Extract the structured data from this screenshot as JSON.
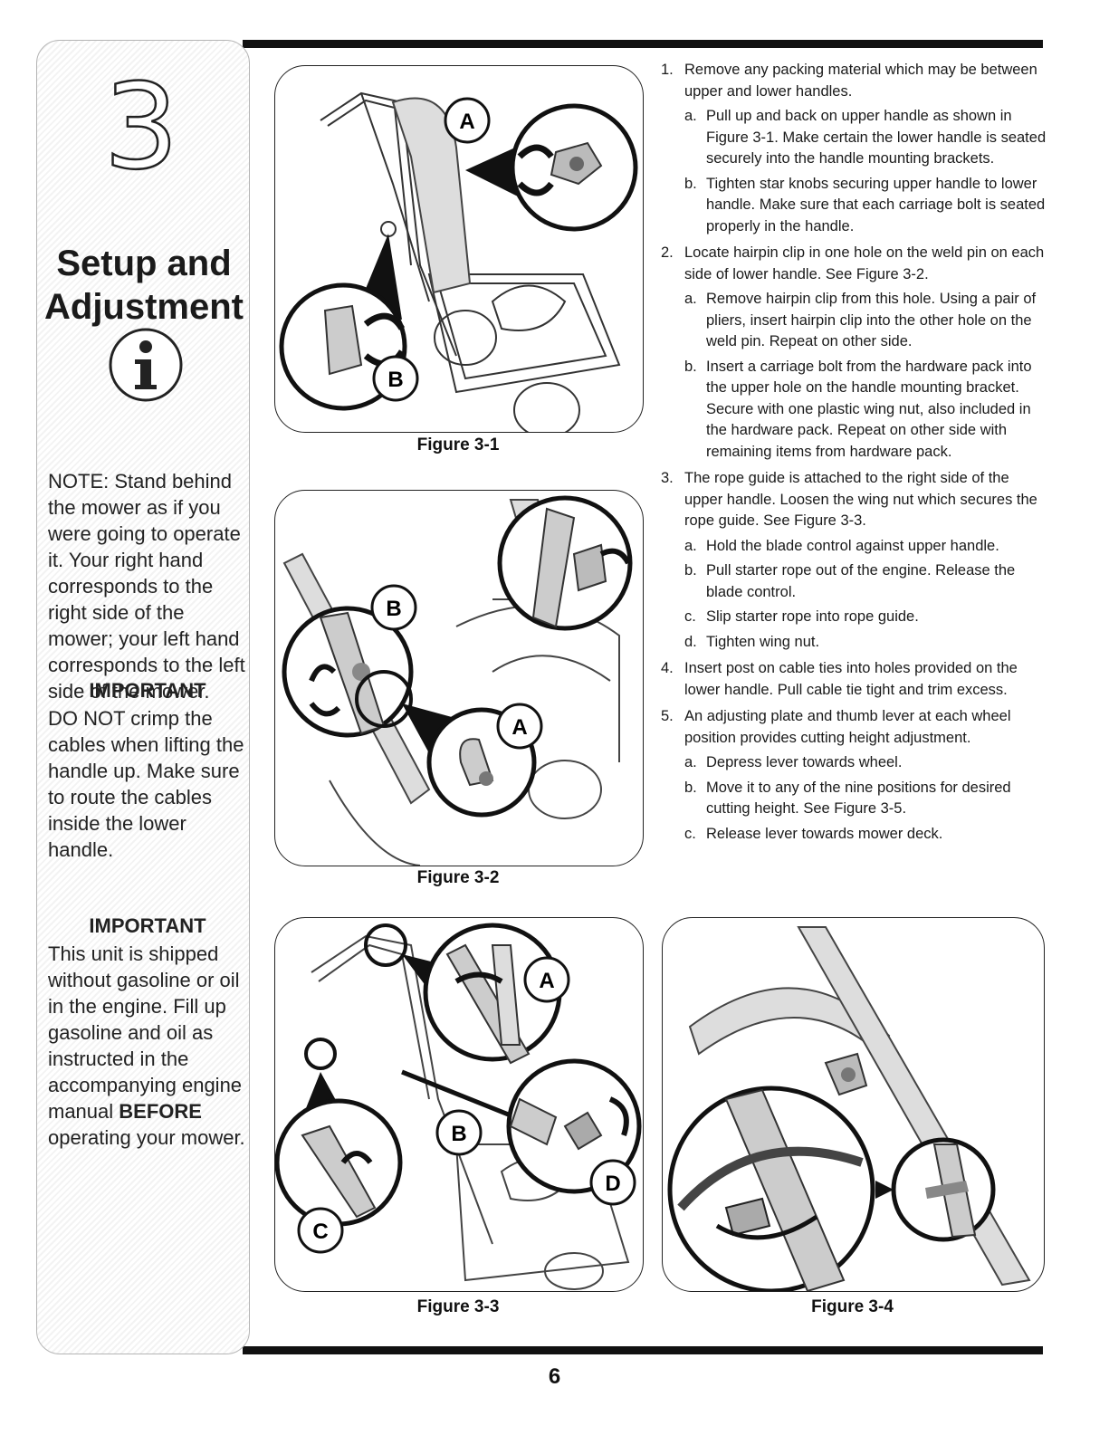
{
  "sidebar": {
    "chapter_number": "3",
    "title_line1": "Setup and",
    "title_line2": "Adjustment",
    "icon": "info-icon",
    "note": "NOTE: Stand behind the mower as if you were going to operate it. Your right hand corresponds to the right side of the mower; your left hand corresponds to the left side of the mower.",
    "important1_heading": "IMPORTANT",
    "important1_text": "DO NOT crimp the cables when lifting the handle up. Make sure to route the cables inside the lower handle.",
    "important2_heading": "IMPORTANT",
    "important2_text": "This unit is shipped without gasoline or oil in the engine. Fill up gasoline and oil as instructed in the accompanying engine manual ",
    "important2_bold": "BEFORE",
    "important2_tail": " operating your mower."
  },
  "figures": {
    "fig1": {
      "caption": "Figure 3-1",
      "labels": [
        "A",
        "B"
      ]
    },
    "fig2": {
      "caption": "Figure 3-2",
      "labels": [
        "B",
        "A"
      ]
    },
    "fig3": {
      "caption": "Figure 3-3",
      "labels": [
        "A",
        "B",
        "C",
        "D"
      ]
    },
    "fig4": {
      "caption": "Figure 3-4"
    }
  },
  "instructions": [
    {
      "num": "1.",
      "text": "Remove any packing material which may be between upper and lower handles.",
      "subs": [
        {
          "let": "a.",
          "text": "Pull up and back on upper handle as shown in Figure 3-1. Make certain the lower handle is seated securely into the handle mounting brackets."
        },
        {
          "let": "b.",
          "text": "Tighten star knobs securing upper handle to lower handle. Make sure that each carriage bolt is seated properly in the handle."
        }
      ]
    },
    {
      "num": "2.",
      "text": "Locate hairpin clip in one hole on the weld pin on each side of lower handle. See Figure 3-2.",
      "subs": [
        {
          "let": "a.",
          "text": "Remove hairpin clip from this hole. Using a pair of pliers, insert hairpin clip into the other hole on the weld pin. Repeat on other side."
        },
        {
          "let": "b.",
          "text": "Insert a carriage bolt from the hardware pack into the upper hole on the handle mounting bracket. Secure with one plastic wing nut, also included in the hardware pack. Repeat on other side with remaining items from hardware pack."
        }
      ]
    },
    {
      "num": "3.",
      "text": "The rope guide is attached to the right side of the upper handle. Loosen the wing nut which secures the rope guide. See Figure 3-3.",
      "subs": [
        {
          "let": "a.",
          "text": "Hold the blade control against upper handle."
        },
        {
          "let": "b.",
          "text": "Pull starter rope out of the engine. Release the blade control."
        },
        {
          "let": "c.",
          "text": "Slip starter rope into rope guide."
        },
        {
          "let": "d.",
          "text": "Tighten wing nut."
        }
      ]
    },
    {
      "num": "4.",
      "text": "Insert post on cable ties into holes provided on the lower handle. Pull cable tie tight and trim excess.",
      "subs": []
    },
    {
      "num": "5.",
      "text": "An adjusting plate and thumb lever at each wheel position provides cutting height adjustment.",
      "subs": [
        {
          "let": "a.",
          "text": "Depress lever towards wheel."
        },
        {
          "let": "b.",
          "text": "Move it to any of the nine positions for desired cutting height. See Figure 3-5."
        },
        {
          "let": "c.",
          "text": "Release lever towards mower deck."
        }
      ]
    }
  ],
  "page_number": "6"
}
